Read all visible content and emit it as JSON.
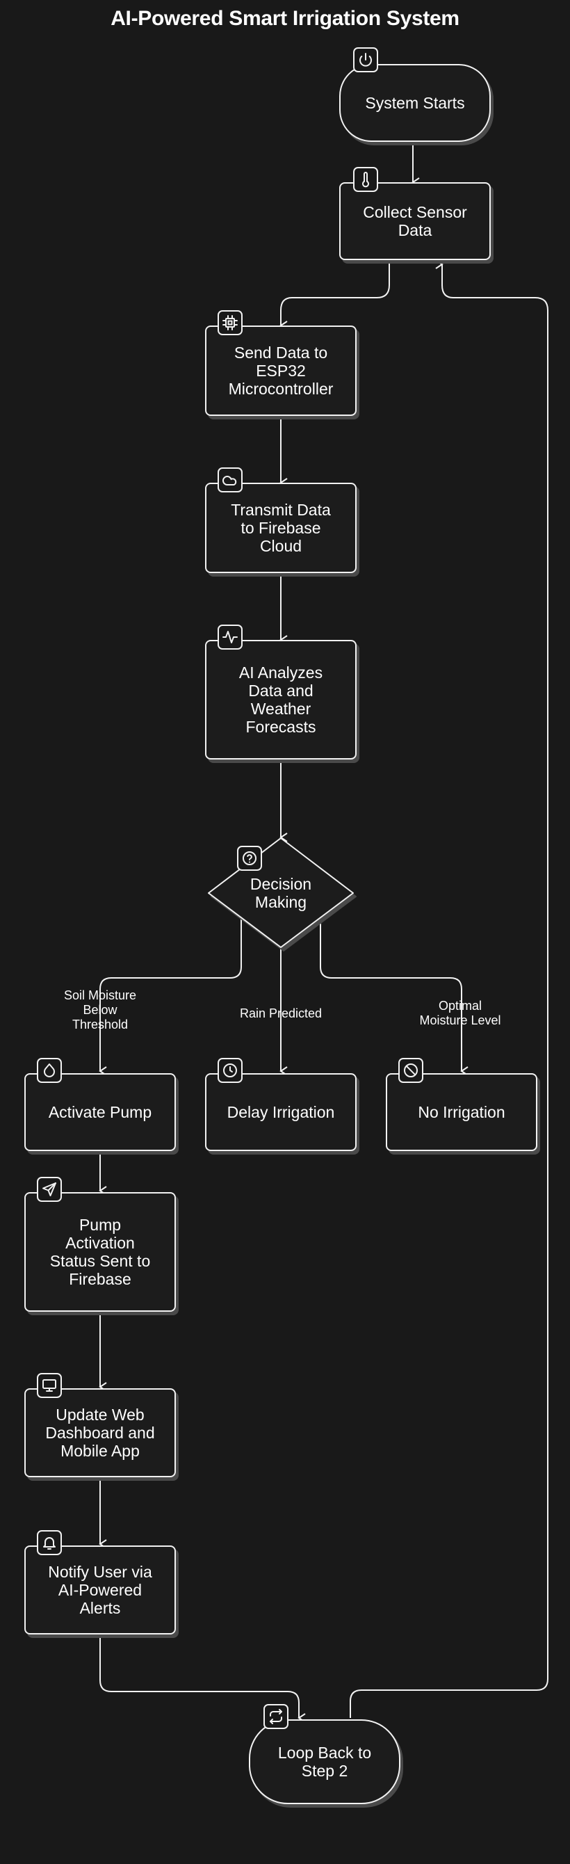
{
  "title": "AI-Powered Smart Irrigation System",
  "nodes": {
    "start": "System Starts",
    "collect": "Collect Sensor\nData",
    "send": "Send Data to\nESP32\nMicrocontroller",
    "transmit": "Transmit Data\nto Firebase\nCloud",
    "analyze": "AI Analyzes\nData and\nWeather\nForecasts",
    "decision": "Decision\nMaking",
    "activate": "Activate Pump",
    "delay": "Delay Irrigation",
    "none": "No Irrigation",
    "status": "Pump\nActivation\nStatus Sent to\nFirebase",
    "dashboard": "Update Web\nDashboard and\nMobile App",
    "notify": "Notify User via\nAI-Powered\nAlerts",
    "loop": "Loop Back to\nStep 2"
  },
  "edges": {
    "soil": "Soil Moisture\nBelow\nThreshold",
    "rain": "Rain Predicted",
    "optimal": "Optimal\nMoisture Level"
  },
  "icons": {
    "start": "power-icon",
    "collect": "thermometer-icon",
    "send": "cpu-icon",
    "transmit": "cloud-icon",
    "analyze": "activity-icon",
    "decision": "help-circle-icon",
    "activate": "droplet-icon",
    "delay": "clock-icon",
    "none": "ban-icon",
    "status": "send-icon",
    "dashboard": "monitor-icon",
    "notify": "bell-icon",
    "loop": "repeat-icon"
  },
  "colors": {
    "background": "#191919",
    "stroke": "#f2f2f2",
    "shadow": "#4a4a4a"
  }
}
